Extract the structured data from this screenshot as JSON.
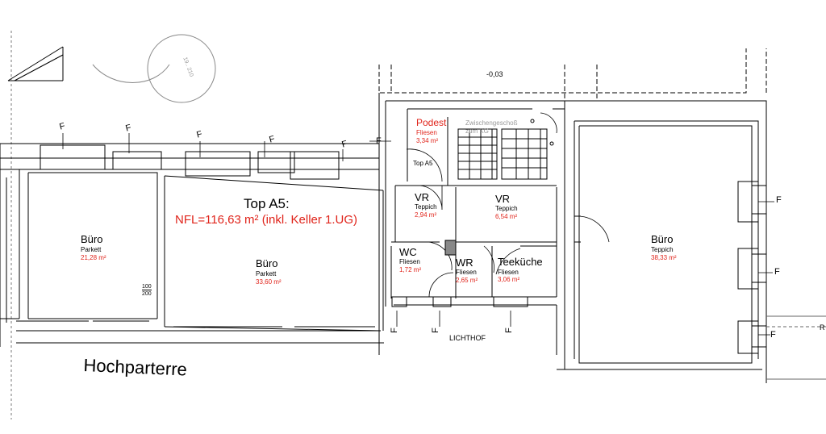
{
  "title": {
    "top": "Top A5:",
    "nfl": "NFL=116,63 m² (inkl. Keller 1.UG)"
  },
  "floor_label": "Hochparterre",
  "elevation": "-0,03",
  "courtyard": "LICHTHOF",
  "stair_note": "Zwischengeschoß zum KG",
  "tree_note": "19.. 210",
  "height_note": {
    "top": "100",
    "bottom": "200"
  },
  "door_label": "Top A5",
  "window_marker": "F",
  "right_cut_letter": "R",
  "rooms": [
    {
      "id": "buero1",
      "name": "Büro",
      "floor": "Parkett",
      "area": "21,28 m²"
    },
    {
      "id": "buero2",
      "name": "Büro",
      "floor": "Parkett",
      "area": "33,60 m²"
    },
    {
      "id": "podest",
      "name": "Podest",
      "floor": "Fliesen",
      "area": "3,34 m²"
    },
    {
      "id": "vr1",
      "name": "VR",
      "floor": "Teppich",
      "area": "2,94 m²"
    },
    {
      "id": "vr2",
      "name": "VR",
      "floor": "Teppich",
      "area": "6,54 m²"
    },
    {
      "id": "wc",
      "name": "WC",
      "floor": "Fliesen",
      "area": "1,72 m²"
    },
    {
      "id": "wr",
      "name": "WR",
      "floor": "Fliesen",
      "area": "2,65 m²"
    },
    {
      "id": "teekueche",
      "name": "Teeküche",
      "floor": "Fliesen",
      "area": "3,06 m²"
    },
    {
      "id": "buero3",
      "name": "Büro",
      "floor": "Teppich",
      "area": "38,33 m²"
    }
  ],
  "colors": {
    "wall": "#000000",
    "label_accent": "#e0241b",
    "hidden": "#9a9a9a"
  }
}
